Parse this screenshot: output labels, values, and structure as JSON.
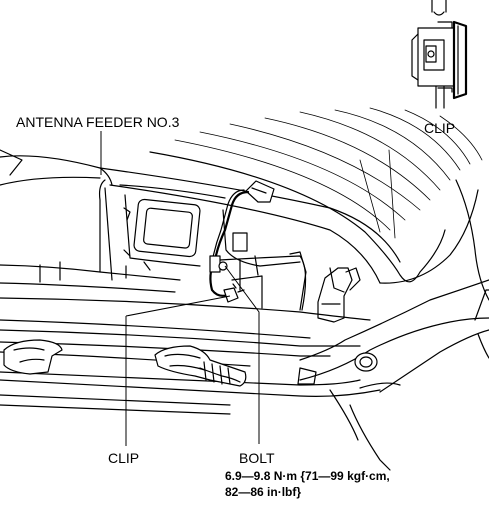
{
  "labels": {
    "antenna_feeder": "ANTENNA FEEDER NO.3",
    "clip_detail": "CLIP",
    "clip_main": "CLIP",
    "bolt": "BOLT",
    "torque_line1": "6.9—9.8 N·m {71—99 kgf·cm,",
    "torque_line2": "82—86 in·lbf}"
  }
}
